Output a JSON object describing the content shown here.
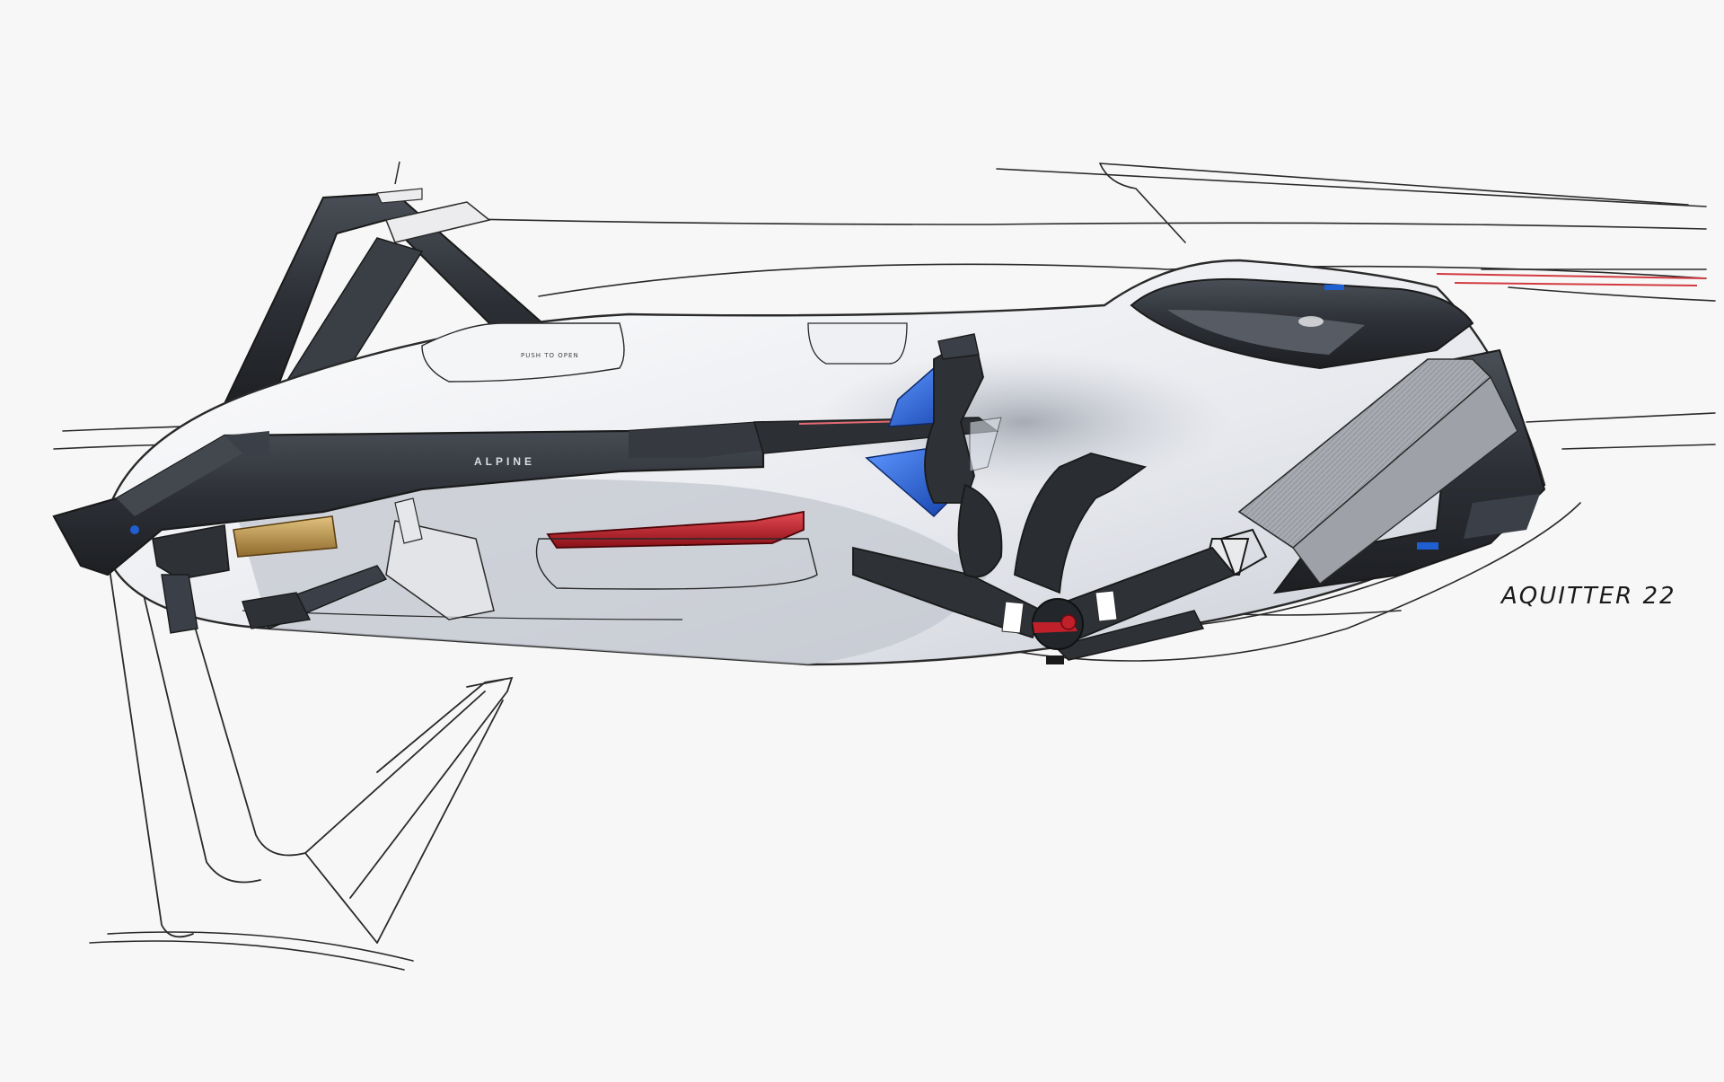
{
  "artwork": {
    "subject": "",
    "brand_label": "ALPINE",
    "panel_label": "PUSH TO OPEN",
    "signature": "AQUITTER 22"
  },
  "palette": {
    "paper": "#f7f7f7",
    "pencil": "#2a2a2a",
    "carbon_dark": "#25282d",
    "carbon_mid": "#3b4048",
    "shadow_grey": "#b9bdc6",
    "accent_blue": "#1f5fd1",
    "accent_red": "#c0202a",
    "gold": "#c29a52",
    "belt_grey": "#a9acb1"
  }
}
